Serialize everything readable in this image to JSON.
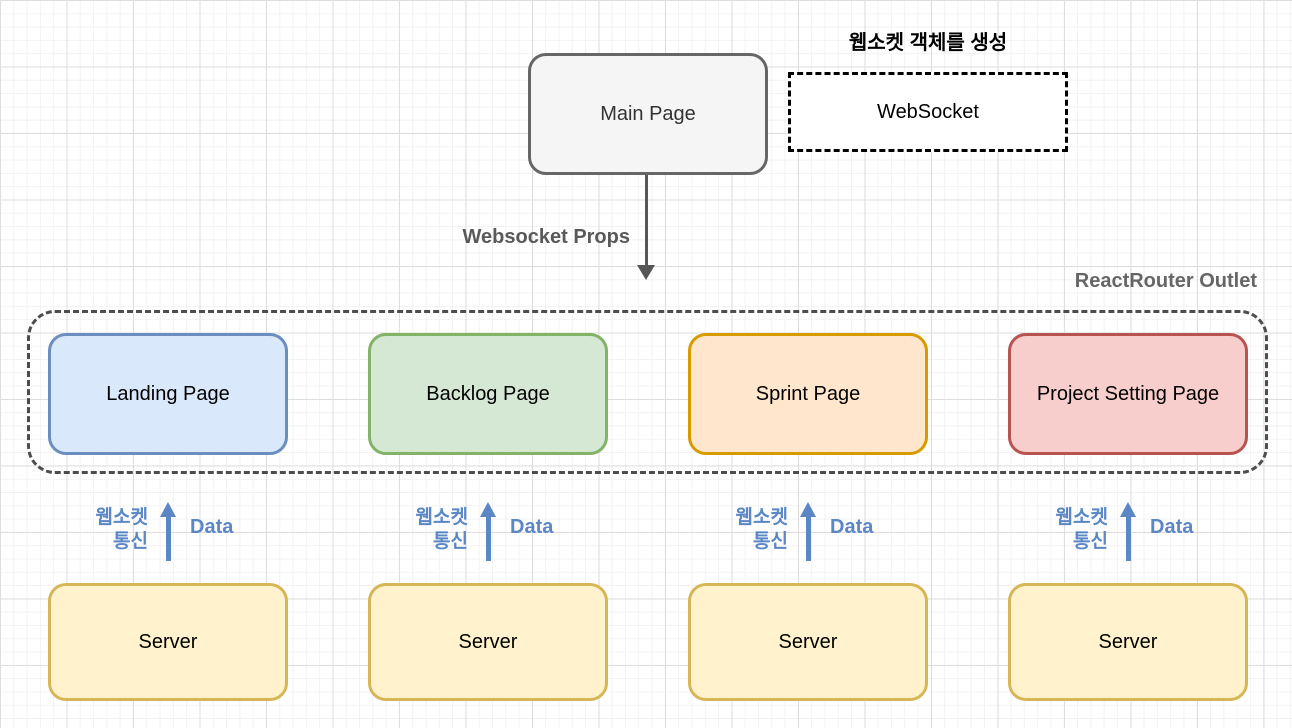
{
  "colors": {
    "canvas_bg": "#ffffff",
    "grid_minor": "#f2f2f2",
    "grid_major": "#dddddd",
    "main_page_fill": "#f5f5f5",
    "main_page_border": "#666666",
    "websocket_fill": "#ffffff",
    "websocket_border": "#000000",
    "gray_arrow": "#575757",
    "gray_label": "#595959",
    "outlet_dash": "#4d4d4d",
    "outlet_label": "#666666",
    "blue_accent": "#5b87c5",
    "server_fill": "#fff2cc",
    "server_border": "#d6b656"
  },
  "top": {
    "main_page_label": "Main Page",
    "websocket_label": "WebSocket",
    "websocket_annotation": "웹소켓 객체를 생성",
    "props_label": "Websocket Props"
  },
  "outlet": {
    "label": "ReactRouter Outlet",
    "pages": [
      {
        "label": "Landing Page",
        "fill": "#dae8fc",
        "border": "#6c8ebf"
      },
      {
        "label": "Backlog Page",
        "fill": "#d5e8d4",
        "border": "#82b366"
      },
      {
        "label": "Sprint Page",
        "fill": "#ffe6cc",
        "border": "#d79b00"
      },
      {
        "label": "Project Setting Page",
        "fill": "#f8cecc",
        "border": "#b85450"
      }
    ]
  },
  "connection": {
    "left_label_line1": "웹소켓",
    "left_label_line2": "통신",
    "right_label": "Data"
  },
  "servers": [
    {
      "label": "Server"
    },
    {
      "label": "Server"
    },
    {
      "label": "Server"
    },
    {
      "label": "Server"
    }
  ]
}
